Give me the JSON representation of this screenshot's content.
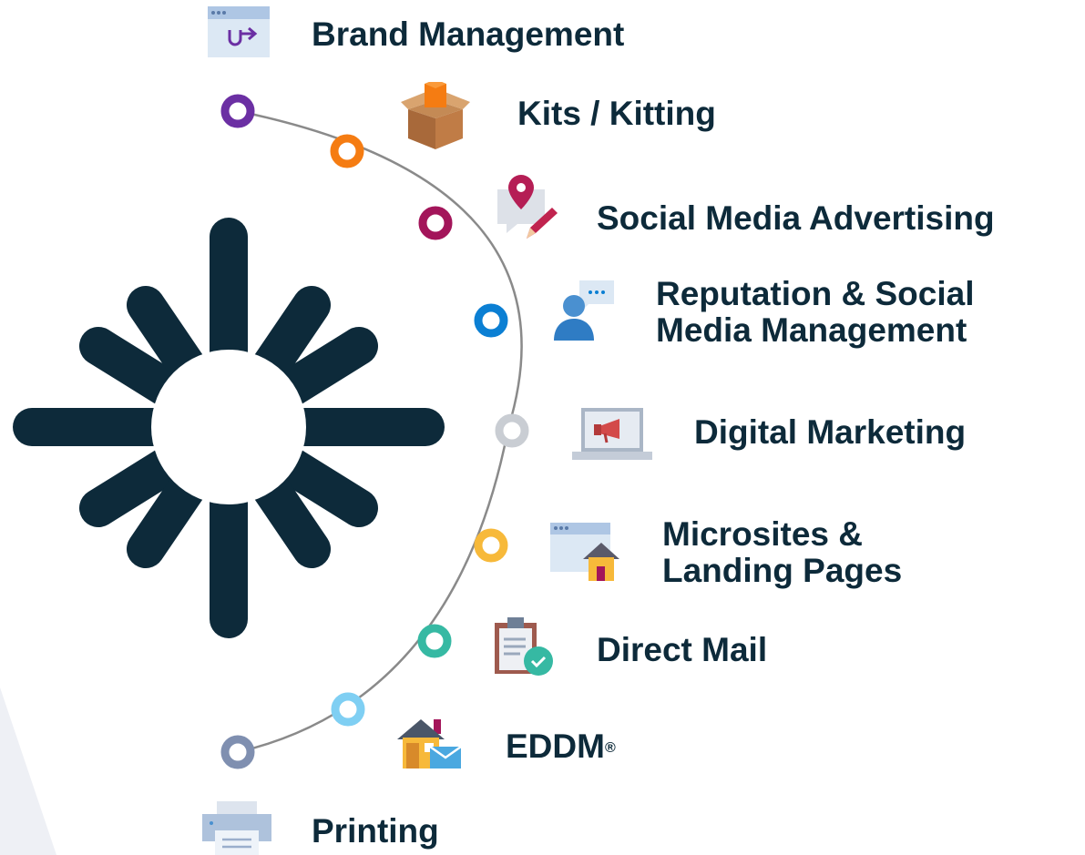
{
  "services": [
    {
      "label": "Brand Management",
      "icon": "browser-redirect-icon",
      "ring_color": null
    },
    {
      "label": "Kits / Kitting",
      "icon": "box-icon",
      "ring_color": "#6b2fa3"
    },
    {
      "label": "Social Media Advertising",
      "icon": "location-pin-pencil-icon",
      "ring_color": "#f57c12"
    },
    {
      "label": "Reputation & Social",
      "label_line2": "Media Management",
      "icon": "person-chat-icon",
      "ring_color": "#a3155a"
    },
    {
      "label": "Digital Marketing",
      "icon": "laptop-megaphone-icon",
      "ring_color": "#0b7fd3"
    },
    {
      "label": "Microsites &",
      "label_line2": "Landing Pages",
      "icon": "browser-house-icon",
      "ring_color": "#c9cdd3"
    },
    {
      "label": "Direct Mail",
      "icon": "clipboard-check-icon",
      "ring_color": "#f7b93a"
    },
    {
      "label": "EDDM",
      "label_sup": "®",
      "icon": "house-mail-icon",
      "ring_color": "#36b9a3"
    },
    {
      "label": "Printing",
      "icon": "printer-icon",
      "ring_color": "#7fcff3"
    }
  ],
  "extra_ring_color": "#7f8fb0",
  "colors": {
    "text": "#0d2a3a",
    "starburst": "#0d2a3a",
    "arc_line": "#8a8a8a",
    "background_triangle": "#eef0f5"
  }
}
